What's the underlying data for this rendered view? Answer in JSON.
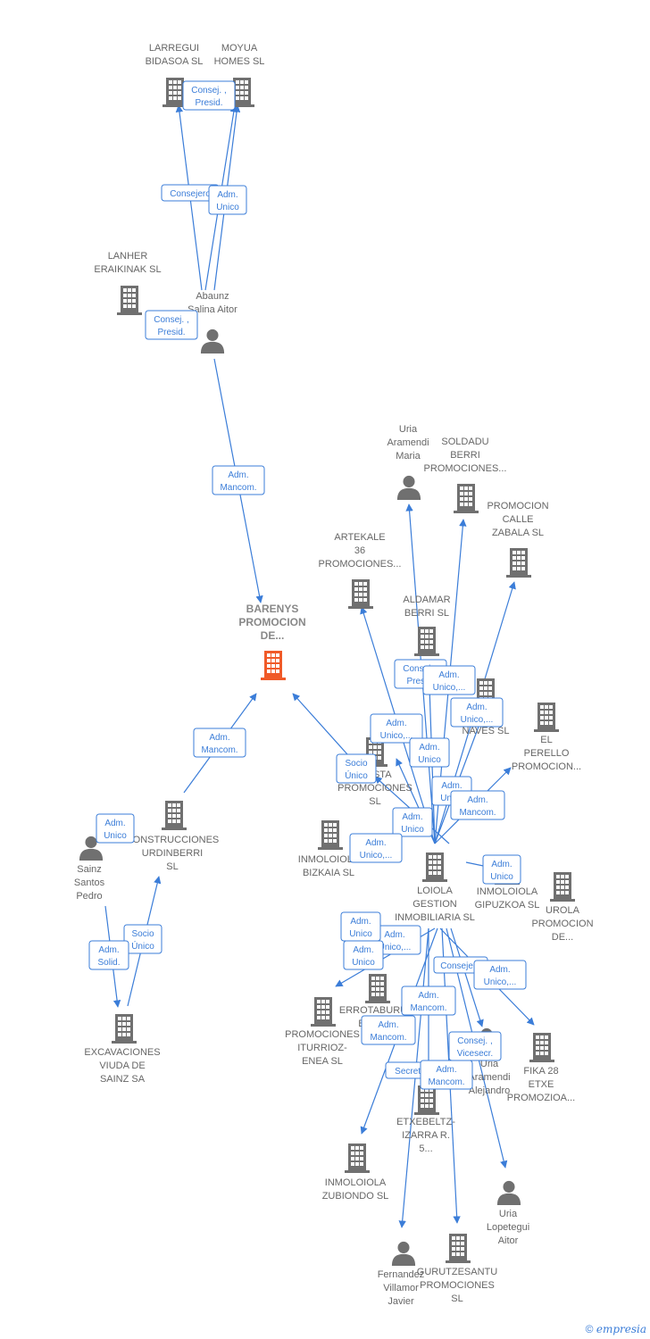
{
  "colors": {
    "edge": "#3b7dd8",
    "building": "#707070",
    "focus": "#f05a28",
    "person": "#707070"
  },
  "nodes": [
    {
      "id": "larregui",
      "type": "company",
      "lines": [
        "LARREGUI",
        "BIDASOA  SL"
      ],
      "icon": "building-icon"
    },
    {
      "id": "moyua",
      "type": "company",
      "lines": [
        "MOYUA",
        "HOMES  SL"
      ],
      "icon": "building-icon"
    },
    {
      "id": "lanher",
      "type": "company",
      "lines": [
        "LANHER",
        "ERAIKINAK  SL"
      ],
      "icon": "building-icon"
    },
    {
      "id": "abaunz",
      "type": "person",
      "lines": [
        "Abaunz",
        "Salina Aitor"
      ],
      "icon": "person-icon"
    },
    {
      "id": "barenys",
      "type": "focus",
      "lines": [
        "BARENYS",
        "PROMOCION",
        "DE..."
      ],
      "icon": "building-icon"
    },
    {
      "id": "uria_maria",
      "type": "person",
      "lines": [
        "Uria",
        "Aramendi",
        "Maria"
      ],
      "icon": "person-icon"
    },
    {
      "id": "soldadu",
      "type": "company",
      "lines": [
        "SOLDADU",
        "BERRI",
        "PROMOCIONES..."
      ],
      "icon": "building-icon"
    },
    {
      "id": "calle_zabala",
      "type": "company",
      "lines": [
        "PROMOCION",
        "CALLE",
        "ZABALA  SL"
      ],
      "icon": "building-icon"
    },
    {
      "id": "artekale",
      "type": "company",
      "lines": [
        "ARTEKALE",
        "36",
        "PROMOCIONES..."
      ],
      "icon": "building-icon"
    },
    {
      "id": "aldamar",
      "type": "company",
      "lines": [
        "ALDAMAR",
        "BERRI  SL"
      ],
      "icon": "building-icon"
    },
    {
      "id": "naves",
      "type": "company",
      "lines": [
        "A",
        "NAVES  SL"
      ],
      "icon": "building-icon"
    },
    {
      "id": "perello",
      "type": "company",
      "lines": [
        "EL",
        "PERELLO",
        "PROMOCION..."
      ],
      "icon": "building-icon"
    },
    {
      "id": "costa",
      "type": "company",
      "lines": [
        "COSTA",
        "PROMOCIONES",
        "SL"
      ],
      "icon": "building-icon"
    },
    {
      "id": "construcciones",
      "type": "company",
      "lines": [
        "CONSTRUCCIONES",
        "URDINBERRI",
        "SL"
      ],
      "icon": "building-icon"
    },
    {
      "id": "sainz",
      "type": "person",
      "lines": [
        "Sainz",
        "Santos",
        "Pedro"
      ],
      "icon": "person-icon"
    },
    {
      "id": "inmo_bizkaia",
      "type": "company",
      "lines": [
        "INMOLOIOLA",
        "BIZKAIA  SL"
      ],
      "icon": "building-icon"
    },
    {
      "id": "loiola",
      "type": "company",
      "lines": [
        "LOIOLA",
        "GESTION",
        "INMOBILIARIA  SL"
      ],
      "icon": "building-icon"
    },
    {
      "id": "inmo_gipuzkoa",
      "type": "company",
      "lines": [
        "INMOLOIOLA",
        "GIPUZKOA  SL"
      ],
      "icon": "building-icon"
    },
    {
      "id": "urola",
      "type": "company",
      "lines": [
        "UROLA",
        "PROMOCION",
        "DE..."
      ],
      "icon": "building-icon"
    },
    {
      "id": "excavaciones",
      "type": "company",
      "lines": [
        "EXCAVACIONES",
        "VIUDA DE",
        "SAINZ SA"
      ],
      "icon": "building-icon"
    },
    {
      "id": "iturrioz",
      "type": "company",
      "lines": [
        "PROMOCIONES",
        "ITURRIOZ-",
        "ENEA  SL"
      ],
      "icon": "building-icon"
    },
    {
      "id": "errotaburu",
      "type": "company",
      "lines": [
        "ERROTABURU",
        "BERRI"
      ],
      "icon": "building-icon"
    },
    {
      "id": "uria_alejandro",
      "type": "person",
      "lines": [
        "Uria",
        "Aramendi",
        "Alejandro"
      ],
      "icon": "person-icon"
    },
    {
      "id": "fika",
      "type": "company",
      "lines": [
        "FIKA 28",
        "ETXE",
        "PROMOZIOA..."
      ],
      "icon": "building-icon"
    },
    {
      "id": "etxebeltz",
      "type": "company",
      "lines": [
        "ETXEBELTZ-",
        "IZARRA R.",
        "5..."
      ],
      "icon": "building-icon"
    },
    {
      "id": "inmo_zubiondo",
      "type": "company",
      "lines": [
        "INMOLOIOLA",
        "ZUBIONDO  SL"
      ],
      "icon": "building-icon"
    },
    {
      "id": "uria_aitor",
      "type": "person",
      "lines": [
        "Uria",
        "Lopetegui",
        "Aitor"
      ],
      "icon": "person-icon"
    },
    {
      "id": "fernandez",
      "type": "person",
      "lines": [
        "Fernandez",
        "Villamor",
        "Javier"
      ],
      "icon": "person-icon"
    },
    {
      "id": "gurutzesantu",
      "type": "company",
      "lines": [
        "GURUTZESANTU",
        "PROMOCIONES",
        "SL"
      ],
      "icon": "building-icon"
    }
  ],
  "relations": [
    {
      "id": "r1",
      "lines": [
        "Consej. ,",
        "Presid."
      ]
    },
    {
      "id": "r2",
      "lines": [
        "Consejero"
      ]
    },
    {
      "id": "r3",
      "lines": [
        "Adm.",
        "Unico"
      ]
    },
    {
      "id": "r4",
      "lines": [
        "Consej. ,",
        "Presid."
      ]
    },
    {
      "id": "r5",
      "lines": [
        "Adm.",
        "Mancom."
      ]
    },
    {
      "id": "r6",
      "lines": [
        "Adm.",
        "Mancom."
      ]
    },
    {
      "id": "r7",
      "lines": [
        "Adm.",
        "Unico"
      ]
    },
    {
      "id": "r8",
      "lines": [
        "Socio",
        "Único"
      ]
    },
    {
      "id": "r9",
      "lines": [
        "Adm.",
        "Solid."
      ]
    },
    {
      "id": "r10",
      "lines": [
        "Consej. ,",
        "Presid."
      ]
    },
    {
      "id": "r11",
      "lines": [
        "Adm.",
        "Unico,..."
      ]
    },
    {
      "id": "r12",
      "lines": [
        "Adm.",
        "Unico,..."
      ]
    },
    {
      "id": "r13",
      "lines": [
        "Adm.",
        "Unico,..."
      ]
    },
    {
      "id": "r14",
      "lines": [
        "Adm.",
        "Unico"
      ]
    },
    {
      "id": "r15",
      "lines": [
        "Socio",
        "Único"
      ]
    },
    {
      "id": "r16",
      "lines": [
        "Adm.",
        "Unico"
      ]
    },
    {
      "id": "r17",
      "lines": [
        "Adm.",
        "Mancom."
      ]
    },
    {
      "id": "r18",
      "lines": [
        "Adm.",
        "Unico"
      ]
    },
    {
      "id": "r19",
      "lines": [
        "Adm.",
        "Unico,..."
      ]
    },
    {
      "id": "r20",
      "lines": [
        "Adm.",
        "Unico"
      ]
    },
    {
      "id": "r21",
      "lines": [
        "Adm.",
        "Unico,..."
      ]
    },
    {
      "id": "r22",
      "lines": [
        "Adm.",
        "Unico"
      ]
    },
    {
      "id": "r23",
      "lines": [
        "Consejero"
      ]
    },
    {
      "id": "r24",
      "lines": [
        "Adm.",
        "Unico,..."
      ]
    },
    {
      "id": "r25",
      "lines": [
        "Adm.",
        "Mancom."
      ]
    },
    {
      "id": "r26",
      "lines": [
        "Adm.",
        "Mancom."
      ]
    },
    {
      "id": "r27",
      "lines": [
        "Consej. ,",
        "Vicesecr."
      ]
    },
    {
      "id": "r28",
      "lines": [
        "Secret."
      ]
    },
    {
      "id": "r29",
      "lines": [
        "Adm.",
        "Mancom."
      ]
    },
    {
      "id": "r30",
      "lines": [
        "Adm.",
        "Unico"
      ]
    }
  ],
  "footer": {
    "copyright": "©",
    "brand": "empresia"
  }
}
